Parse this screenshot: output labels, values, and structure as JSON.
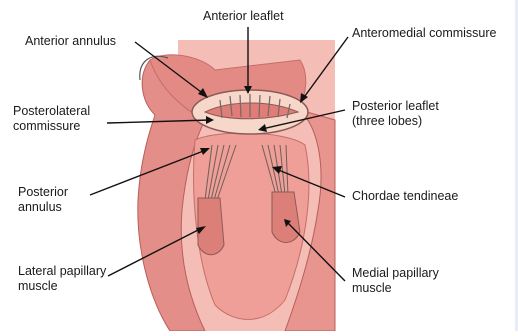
{
  "labels": {
    "anterior_leaflet": "Anterior leaflet",
    "anterior_annulus": "Anterior annulus",
    "anteromedial_commissure": "Anteromedial commissure",
    "posterolateral_commissure_line1": "Posterolateral",
    "posterolateral_commissure_line2": "commissure",
    "posterior_leaflet_line1": "Posterior leaflet",
    "posterior_leaflet_line2": "(three lobes)",
    "posterior_annulus_line1": "Posterior",
    "posterior_annulus_line2": "annulus",
    "chordae_tendineae": "Chordae tendineae",
    "lateral_papillary_line1": "Lateral papillary",
    "lateral_papillary_line2": "muscle",
    "medial_papillary_line1": "Medial papillary",
    "medial_papillary_line2": "muscle"
  },
  "colors": {
    "background_panel": "#f2b8b3",
    "myocardium": "#e9908c",
    "myocardium_dark": "#d9706c",
    "leaflet": "#f6d7c9",
    "chordae": "#7a6b66",
    "text": "#1a1a1a"
  }
}
